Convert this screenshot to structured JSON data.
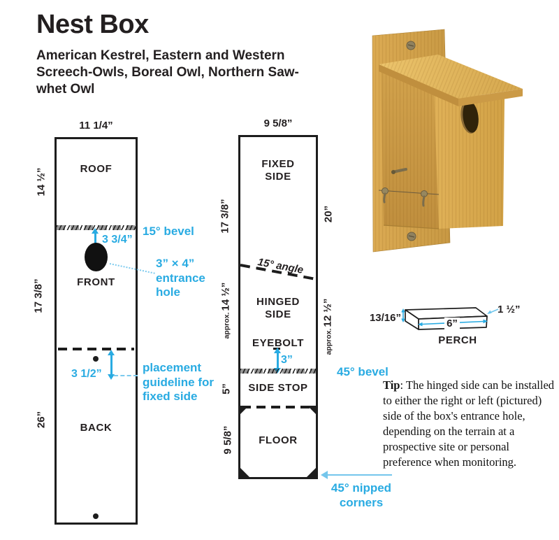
{
  "header": {
    "title": "Nest Box",
    "subtitle": "American Kestrel, Eastern and Western Screech-Owls, Boreal Owl, Northern Saw-whet Owl"
  },
  "colors": {
    "accent": "#29abe2",
    "ink": "#231f20",
    "wood": "#d9a94f"
  },
  "left_board": {
    "top_width": "11 1/4”",
    "roof_label": "ROOF",
    "roof_side": "14 ½”",
    "front_label": "FRONT",
    "front_side": "17 3/8”",
    "back_label": "BACK",
    "back_side": "26”",
    "bevel_note": "15° bevel",
    "hole_offset": "3  3/4”",
    "entrance_note": "3” × 4” entrance hole",
    "guide_offset": "3  1/2”",
    "guide_note": "placement guideline for fixed side"
  },
  "middle_board": {
    "top_width": "9 5/8”",
    "fixed_label": "FIXED SIDE",
    "fixed_left": "17 3/8”",
    "fixed_right": "20”",
    "angle_note": "15° angle",
    "approx_prefix": "approx.",
    "hinged_label": "HINGED SIDE",
    "hinged_left": "14 ½”",
    "hinged_right": "12 ½”",
    "eyebolt_label": "EYEBOLT",
    "eyebolt_offset": "3”",
    "bevel_note": "45° bevel",
    "sidestop_label": "SIDE STOP",
    "sidestop_left": "5”",
    "floor_label": "FLOOR",
    "floor_left": "9 5/8”",
    "nipped_note": "45° nipped corners"
  },
  "perch": {
    "label": "PERCH",
    "thickness": "13/16”",
    "length": "6”",
    "width": "1 ½”"
  },
  "tip": {
    "label": "Tip",
    "body": ": The hinged side can be installed to either the right or left (pictured) side of the box's entrance hole, depending on the terrain at a prospective site or personal preference when monitoring."
  }
}
